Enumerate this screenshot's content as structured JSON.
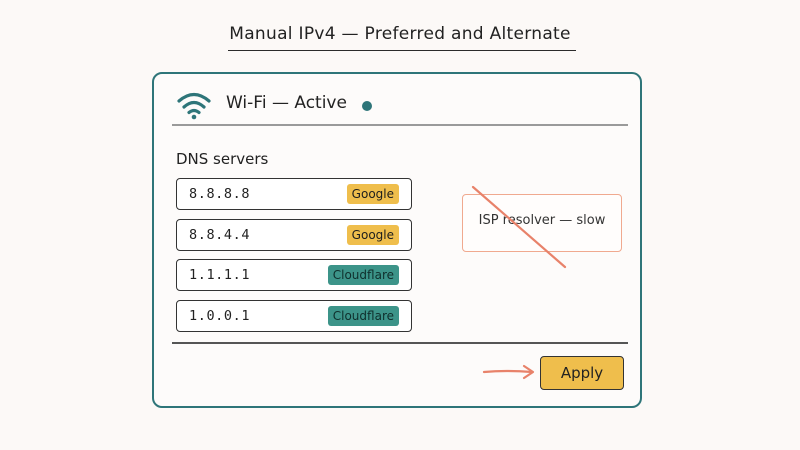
{
  "page": {
    "title": "Manual IPv4 — Preferred and Alternate"
  },
  "network": {
    "label": "Wi-Fi — Active",
    "icon": "wifi-icon",
    "status_color": "#2e7579"
  },
  "dns": {
    "heading": "DNS servers",
    "servers": [
      {
        "ip": "8.8.8.8",
        "provider": "Google"
      },
      {
        "ip": "8.8.4.4",
        "provider": "Google"
      },
      {
        "ip": "1.1.1.1",
        "provider": "Cloudflare"
      },
      {
        "ip": "1.0.0.1",
        "provider": "Cloudflare"
      }
    ]
  },
  "isp": {
    "label": "ISP resolver — slow",
    "struck_out": true
  },
  "actions": {
    "apply_label": "Apply",
    "arrow_icon": "arrow-right-icon"
  },
  "colors": {
    "accent": "#2e7579",
    "google_badge": "#efbe4c",
    "cloudflare_badge": "#3c9489",
    "strike": "#e8826a",
    "apply": "#efbe4c"
  }
}
